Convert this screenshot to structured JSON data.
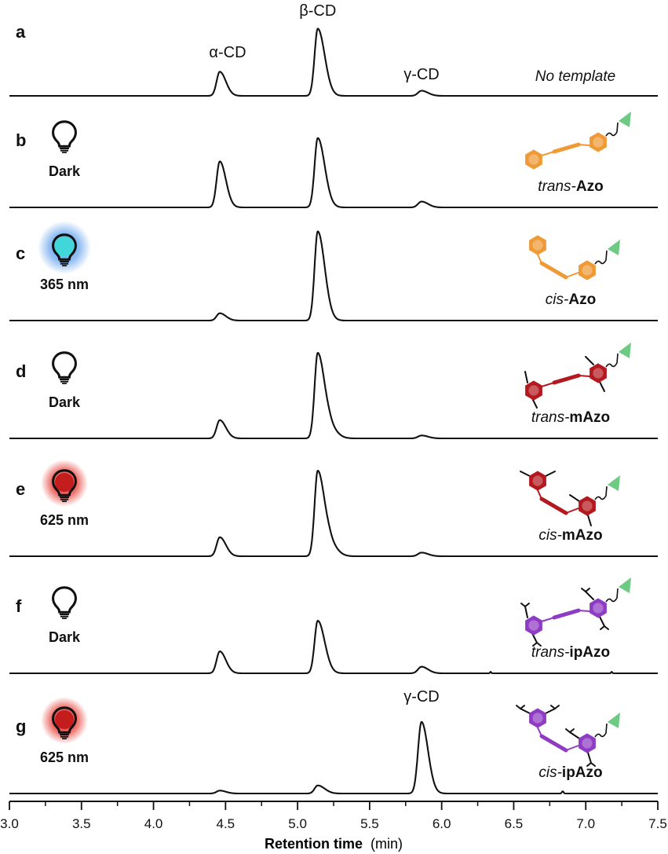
{
  "chart_data": {
    "type": "line",
    "xlabel": "Retention time",
    "xlabel_unit": "(min)",
    "xlim": [
      3.0,
      7.5
    ],
    "x_ticks": [
      "3.0",
      "3.5",
      "4.0",
      "4.5",
      "5.0",
      "5.5",
      "6.0",
      "6.5",
      "7.0",
      "7.5"
    ],
    "peak_positions": {
      "alpha": 4.46,
      "beta": 5.14,
      "gamma": 5.86
    },
    "panels": [
      {
        "letter": "a",
        "light": null,
        "light_label": "",
        "template": "no-template",
        "template_text": "No template",
        "alpha": 0.33,
        "beta": 0.92,
        "gamma": 0.07,
        "beta_shoulder": 0
      },
      {
        "letter": "b",
        "light": "dark",
        "light_label": "Dark",
        "template": "trans-Azo",
        "template_prefix": "trans-",
        "template_bold": "Azo",
        "alpha": 0.63,
        "beta": 0.95,
        "gamma": 0.08,
        "beta_shoulder": 0
      },
      {
        "letter": "c",
        "light": "365nm",
        "light_label": "365 nm",
        "template": "cis-Azo",
        "template_prefix": "cis-",
        "template_bold": "Azo",
        "alpha": 0.1,
        "beta": 1.22,
        "gamma": 0,
        "beta_shoulder": 0
      },
      {
        "letter": "d",
        "light": "dark",
        "light_label": "Dark",
        "template": "trans-mAzo",
        "template_prefix": "trans-",
        "template_bold": "mAzo",
        "alpha": 0.25,
        "beta": 1.17,
        "gamma": 0.04,
        "beta_shoulder": 0.11
      },
      {
        "letter": "e",
        "light": "625nm",
        "light_label": "625 nm",
        "template": "cis-mAzo",
        "template_prefix": "cis-",
        "template_bold": "mAzo",
        "alpha": 0.26,
        "beta": 1.17,
        "gamma": 0.05,
        "beta_shoulder": 0.13
      },
      {
        "letter": "f",
        "light": "dark",
        "light_label": "Dark",
        "template": "trans-ipAzo",
        "template_prefix": "trans-",
        "template_bold": "ipAzo",
        "alpha": 0.3,
        "beta": 0.72,
        "gamma": 0.09,
        "beta_shoulder": 0
      },
      {
        "letter": "g",
        "light": "625nm",
        "light_label": "625 nm",
        "template": "cis-ipAzo",
        "template_prefix": "cis-",
        "template_bold": "ipAzo",
        "alpha": 0.04,
        "beta": 0.11,
        "gamma": 0.98,
        "beta_shoulder": 0
      }
    ],
    "peak_labels": [
      {
        "panel": "a",
        "peak": "alpha",
        "text": "α-CD"
      },
      {
        "panel": "a",
        "peak": "beta",
        "text": "β-CD"
      },
      {
        "panel": "a",
        "peak": "gamma",
        "text": "γ-CD"
      },
      {
        "panel": "g",
        "peak": "gamma",
        "text": "γ-CD"
      }
    ]
  },
  "colors": {
    "azo": "#ef9a36",
    "mazo": "#b3191e",
    "ipazo": "#8e3cc4",
    "triangle": "#6dca82",
    "uv_glow": "#6aa6ee",
    "uv_core": "#41d7da",
    "red_glow": "#e5322a",
    "red_core": "#c41d1d"
  }
}
